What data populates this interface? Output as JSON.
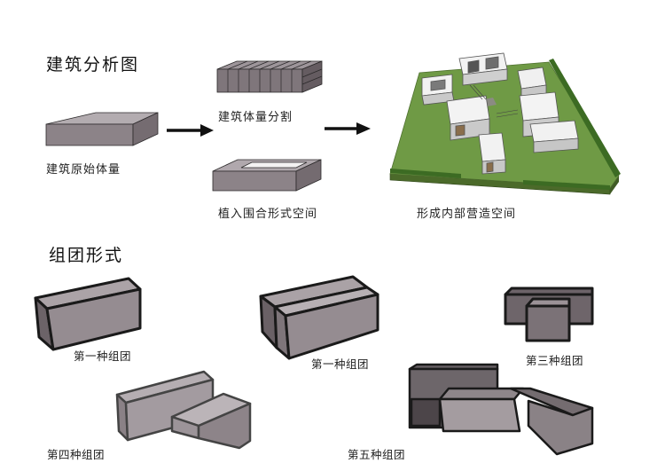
{
  "section1": {
    "title": "建筑分析图",
    "labels": {
      "original_volume": "建筑原始体量",
      "volume_division": "建筑体量分割",
      "courtyard_space": "植入围合形式空间",
      "internal_space": "形成内部营造空间"
    }
  },
  "section2": {
    "title": "组团形式",
    "labels": {
      "cluster_1a": "第一种组团",
      "cluster_1b": "第一种组团",
      "cluster_3": "第三种组团",
      "cluster_4": "第四种组团",
      "cluster_5": "第五种组团"
    }
  },
  "colors": {
    "box_top": "#a39ba0",
    "box_front": "#8a8086",
    "box_side": "#6f666b",
    "grass": "#6f9a45",
    "arrow": "#111111"
  }
}
